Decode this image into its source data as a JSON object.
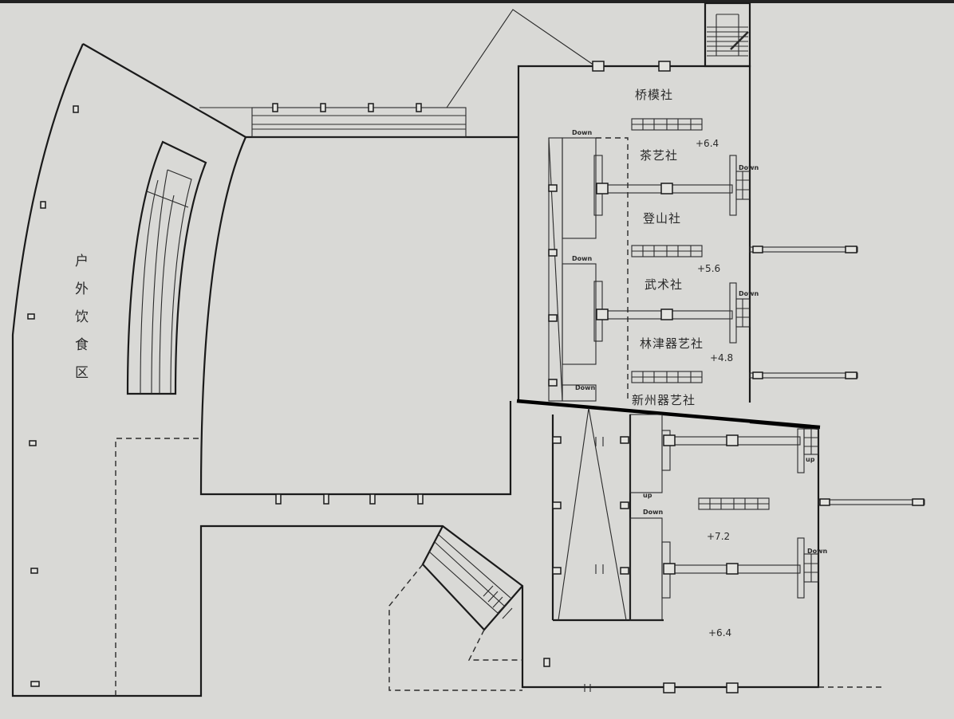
{
  "plan": {
    "zones": {
      "outdoor_dining": "户外饮食区"
    },
    "clubs": {
      "bridge": "桥模社",
      "tea_art": "茶艺社",
      "mountaineering": "登山社",
      "martial_arts": "武术社",
      "folk_instrument": "林津器艺社",
      "instrument2": "新州器艺社"
    },
    "elevations": {
      "e1": "+6.4",
      "e2": "+5.6",
      "e3": "+4.8",
      "e4": "+7.2",
      "e5": "+6.4"
    },
    "stair_marks": {
      "down": "Down",
      "up": "up"
    }
  }
}
